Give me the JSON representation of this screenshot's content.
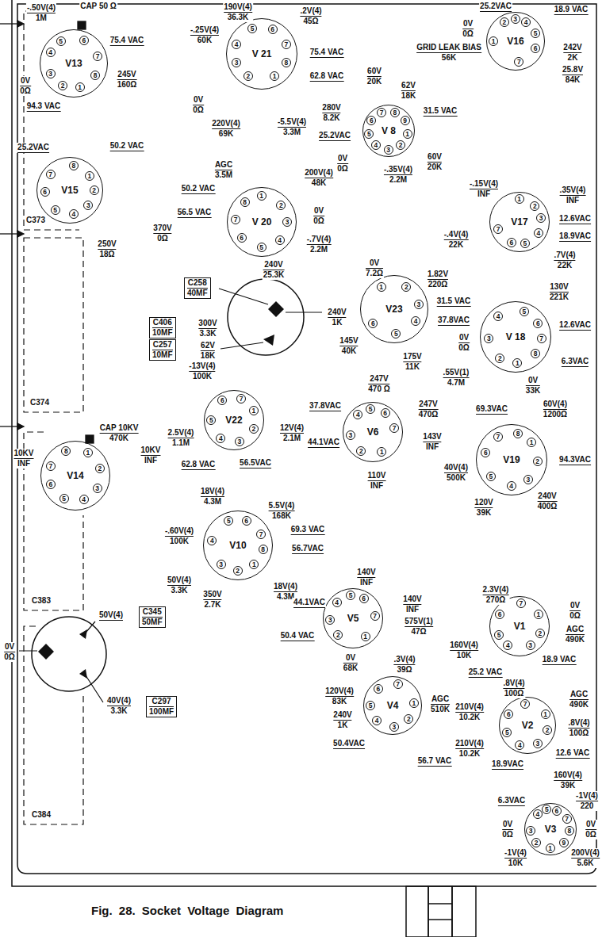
{
  "diagram": {
    "caption": "Fig. 28. Socket Voltage Diagram",
    "nodes": [
      {
        "text": [
          "V13",
          "1",
          "2",
          "3",
          "4",
          "5",
          "6",
          "7",
          "8"
        ]
      },
      {
        "text": [
          "V 21",
          "1",
          "2",
          "3",
          "4",
          "5",
          "6",
          "7",
          "8"
        ]
      },
      {
        "text": [
          "V16",
          "1",
          "2",
          "3",
          "4",
          "5",
          "6",
          "7"
        ]
      },
      {
        "text": [
          "V 8",
          "1",
          "2",
          "3",
          "4",
          "5",
          "6",
          "7",
          "8",
          "9"
        ]
      },
      {
        "text": [
          "V15",
          "1",
          "2",
          "3",
          "4",
          "5",
          "6",
          "7",
          "8"
        ]
      },
      {
        "text": [
          "V 20",
          "1",
          "2",
          "3",
          "4",
          "5",
          "6",
          "7",
          "8"
        ]
      },
      {
        "text": [
          "V17",
          "1",
          "2",
          "3",
          "4",
          "5",
          "6",
          "7"
        ]
      },
      {
        "text": [
          "C258",
          "40MF"
        ]
      },
      {
        "text": [
          "C406",
          "10MF"
        ]
      },
      {
        "text": [
          "C257",
          "10MF"
        ]
      },
      {
        "text": [
          "V23",
          "1",
          "2",
          "3",
          "4",
          "5",
          "6"
        ]
      },
      {
        "text": [
          "V 18",
          "1",
          "2",
          "3",
          "4",
          "5",
          "6",
          "7",
          "8"
        ]
      },
      {
        "text": [
          "V22",
          "1",
          "2",
          "3",
          "4",
          "5",
          "6",
          "7"
        ]
      },
      {
        "text": [
          "V6",
          "1",
          "2",
          "3",
          "4",
          "5",
          "6",
          "7"
        ]
      },
      {
        "text": [
          "V14",
          "1",
          "2",
          "3",
          "4",
          "5",
          "6",
          "7",
          "8"
        ]
      },
      {
        "text": [
          "V19",
          "1",
          "2",
          "3",
          "4",
          "5",
          "6",
          "7",
          "8"
        ]
      },
      {
        "text": [
          "V10",
          "1",
          "2",
          "3",
          "4",
          "5",
          "6",
          "7",
          "8"
        ]
      },
      {
        "text": [
          "V5",
          "1",
          "2",
          "3",
          "4",
          "5",
          "6",
          "7"
        ]
      },
      {
        "text": [
          "C345",
          "50MF"
        ]
      },
      {
        "text": [
          "C297",
          "100MF"
        ]
      },
      {
        "text": [
          "V4",
          "1",
          "2",
          "3",
          "4",
          "5",
          "6",
          "7"
        ]
      },
      {
        "text": [
          "V1",
          "1",
          "2",
          "3",
          "4",
          "5",
          "6",
          "7"
        ]
      },
      {
        "text": [
          "V2",
          "1",
          "2",
          "3",
          "4",
          "5",
          "6",
          "7"
        ]
      },
      {
        "text": [
          "V3",
          "1",
          "2",
          "3",
          "4",
          "5",
          "6",
          "7",
          "8",
          "9"
        ]
      }
    ],
    "labels": [
      "-.50V(4)",
      "1M",
      "CAP 50 Ω",
      "75.4 VAC",
      "245V",
      "160Ω",
      "0V",
      "0Ω",
      "94.3 VAC",
      "190V(4)",
      "36.3K",
      ".2V(4)",
      "45Ω",
      "-.25V(4)",
      "60K",
      "75.4 VAC",
      "62.8 VAC",
      "0V",
      "0Ω",
      "220V(4)",
      "69K",
      "-5.5V(4)",
      "3.3M",
      "60V",
      "20K",
      "62V",
      "18K",
      "280V",
      "8.2K",
      "31.5 VAC",
      "25.2VAC",
      "0V",
      "0Ω",
      "60V",
      "20K",
      "-.35V(4)",
      "2.2M",
      "25.2VAC",
      "18.9 VAC",
      "0V",
      "0Ω",
      "GRID LEAK BIAS",
      "56K",
      "242V",
      "2K",
      "25.8V",
      "84K",
      "25.2VAC",
      "50.2 VAC",
      "370V",
      "0Ω",
      "250V",
      "18Ω",
      "AGC",
      "3.5M",
      "200V(4)",
      "48K",
      "50.2 VAC",
      "56.5 VAC",
      "0V",
      "0Ω",
      "-.7V(4)",
      "2.2M",
      "240V",
      "25.3K",
      "-.15V(4)",
      "INF",
      ".35V(4)",
      "INF",
      "12.6VAC",
      "-.4V(4)",
      "22K",
      "18.9VAC",
      ".7V(4)",
      "22K",
      "240V",
      "1K",
      "300V",
      "3.3K",
      "62V",
      "18K",
      "0V",
      "7.2Ω",
      "1.82V",
      "220Ω",
      "31.5 VAC",
      "37.8VAC",
      "145V",
      "40K",
      "175V",
      "11K",
      "130V",
      "221K",
      "0V",
      "0Ω",
      "12.6VAC",
      "6.3VAC",
      "0V",
      "33K",
      ".55V(1)",
      "4.7M",
      "69.3VAC",
      "60V(4)",
      "1200Ω",
      "94.3VAC",
      "40V(4)",
      "500K",
      "120V",
      "39K",
      "240V",
      "400Ω",
      "-13V(4)",
      "100K",
      "2.5V(4)",
      "1.1M",
      "12V(4)",
      "2.1M",
      "62.8 VAC",
      "56.5VAC",
      "247V",
      "470 Ω",
      "37.8VAC",
      "247V",
      "470Ω",
      "44.1VAC",
      "143V",
      "INF",
      "110V",
      "INF",
      "CAP 10KV",
      "470K",
      "10KV",
      "INF",
      "10KV",
      "INF",
      "18V(4)",
      "4.3M",
      "5.5V(4)",
      "168K",
      "-.60V(4)",
      "100K",
      "69.3 VAC",
      "56.7VAC",
      "50V(4)",
      "3.3K",
      "350V",
      "2.7K",
      "18V(4)",
      "4.3M",
      "140V",
      "INF",
      "44.1VAC",
      "140V",
      "INF",
      "575V(1)",
      "47Ω",
      "50.4 VAC",
      "0V",
      "68K",
      "50V(4)",
      "40V(4)",
      "3.3K",
      "0V",
      "0Ω",
      ".3V(4)",
      "39Ω",
      "120V(4)",
      "83K",
      "240V",
      "1K",
      "AGC",
      "510K",
      "50.4VAC",
      "56.7 VAC",
      "2.3V(4)",
      "270Ω",
      "0V",
      "0Ω",
      "AGC",
      "490K",
      "160V(4)",
      "10K",
      "18.9 VAC",
      "25.2 VAC",
      ".8V(4)",
      "100Ω",
      "AGC",
      "490K",
      "210V(4)",
      "10.2K",
      ".8V(4)",
      "100Ω",
      "210V(4)",
      "10.2K",
      "18.9VAC",
      "12.6 VAC",
      "160V(4)",
      "39K",
      "6.3VAC",
      "-1V(4)",
      "220",
      "0V",
      "0Ω",
      "0V",
      "0Ω",
      "-1V(4)",
      "10K",
      "200V(4)",
      "5.6K",
      "C373",
      "C374",
      "C383",
      "C384"
    ]
  }
}
